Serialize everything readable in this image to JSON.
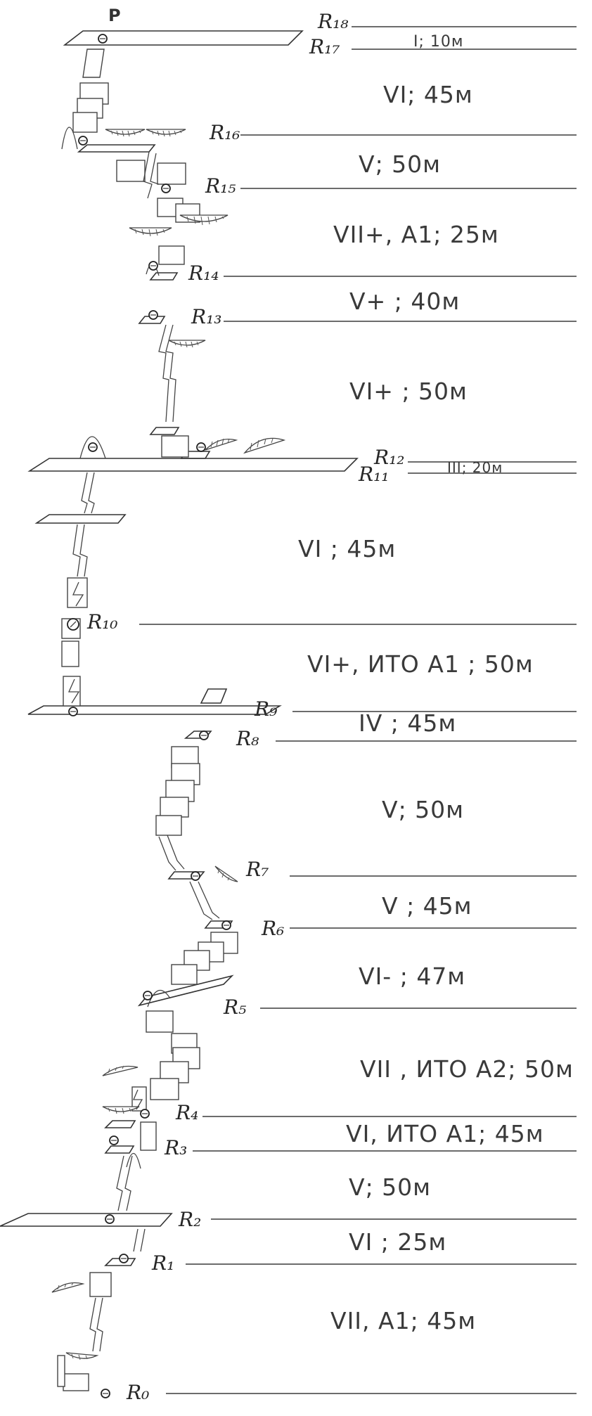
{
  "summit_marker": "P",
  "belays": [
    "R₁₈",
    "R₁₇",
    "R₁₆",
    "R₁₅",
    "R₁₄",
    "R₁₃",
    "R₁₂",
    "R₁₁",
    "R₁₀",
    "R₉",
    "R₈",
    "R₇",
    "R₆",
    "R₅",
    "R₄",
    "R₃",
    "R₂",
    "R₁",
    "R₀"
  ],
  "pitches": [
    "I; 10м",
    "VI; 45м",
    "V; 50м",
    "VII+, A1; 25м",
    "V+ ; 40м",
    "VI+ ; 50м",
    "III; 20м",
    "VI ; 45м",
    "VI+, ИТО A1 ; 50м",
    "IV ; 45м",
    "V; 50м",
    "V ; 45м",
    "VI- ; 47м",
    "VII , ИТО A2; 50м",
    "VI, ИТО A1; 45м",
    "V; 50м",
    "VI ; 25м",
    "VII, A1; 45м"
  ]
}
